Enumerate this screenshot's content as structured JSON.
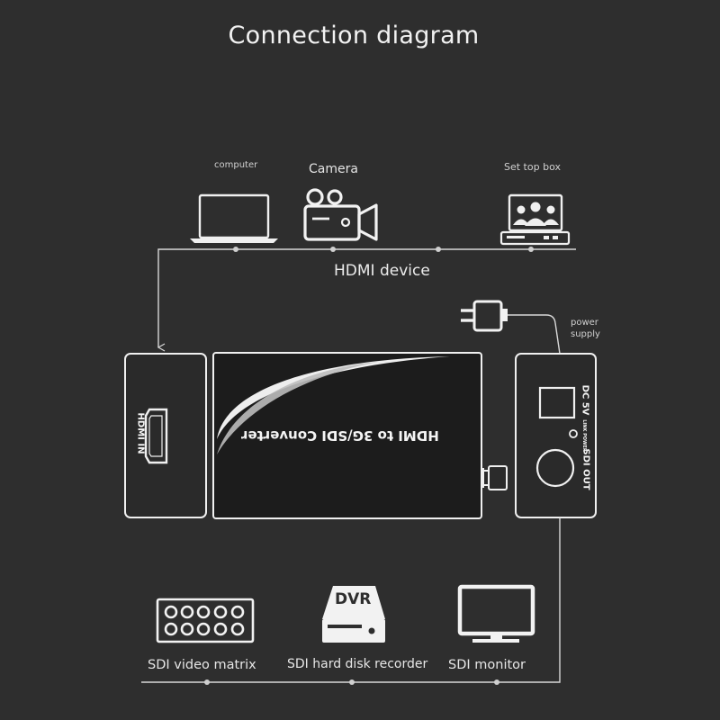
{
  "title": "Connection diagram",
  "sources": {
    "computer_label": "computer",
    "camera_label": "Camera",
    "settop_label": "Set top box",
    "bus_label": "HDMI device"
  },
  "power": {
    "label_line1": "power",
    "label_line2": "supply"
  },
  "device": {
    "input_panel_label": "HDMI IN",
    "body_label": "HDMI to 3G/SDI Converter",
    "dc_label": "DC 5V",
    "led_label_line1": "LINK",
    "led_label_line2": "POWER",
    "sdi_out_label": "SDI OUT"
  },
  "outputs": {
    "dvr_text": "DVR",
    "matrix_label": "SDI video matrix",
    "recorder_label": "SDI hard disk recorder",
    "monitor_label": "SDI monitor"
  },
  "colors": {
    "background": "#2e2e2e",
    "line": "#d8d8d8",
    "device_body": "#1e1e1e"
  }
}
